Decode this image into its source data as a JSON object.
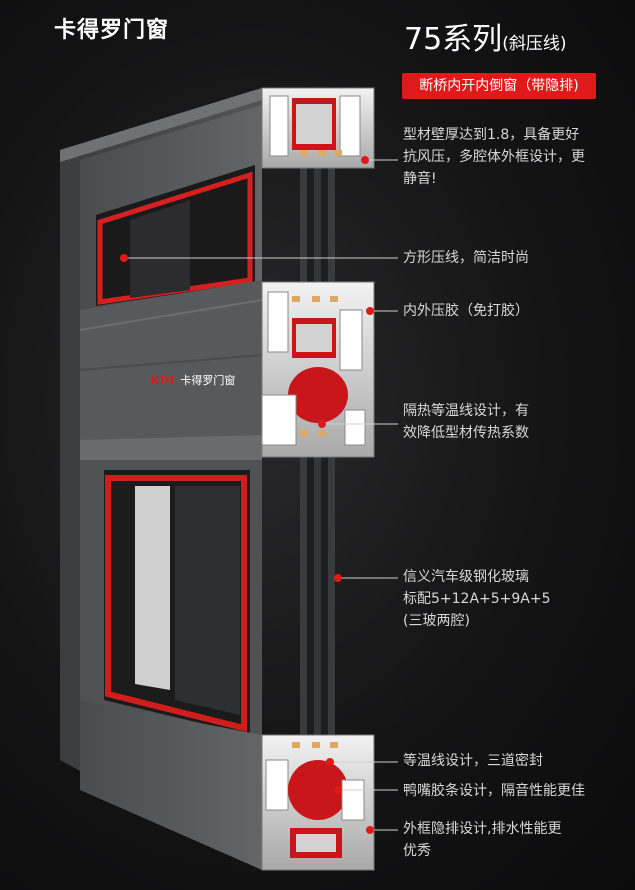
{
  "header": {
    "brand": "卡得罗门窗",
    "series_main": "75系列",
    "series_sub": "(斜压线)",
    "badge": "断桥内开内倒窗（带隐排)"
  },
  "product_logo": {
    "mark": "KDL",
    "text": "卡得罗门窗"
  },
  "callouts": [
    {
      "id": "profile-wall",
      "lines": [
        "型材壁厚达到1.8，具备更好",
        "抗风压，多腔体外框设计，更",
        "静音!"
      ]
    },
    {
      "id": "square-bead",
      "lines": [
        "方形压线，简洁时尚"
      ]
    },
    {
      "id": "inner-outer-gasket",
      "lines": [
        "内外压胶（免打胶）"
      ]
    },
    {
      "id": "thermal-isotherm",
      "lines": [
        "隔热等温线设计，有",
        "效降低型材传热系数"
      ]
    },
    {
      "id": "glass",
      "lines": [
        "信义汽车级钢化玻璃",
        "标配5+12A+5+9A+5",
        "(三玻两腔)"
      ]
    },
    {
      "id": "triple-seal",
      "lines": [
        "等温线设计，三道密封"
      ]
    },
    {
      "id": "duck-gasket",
      "lines": [
        "鸭嘴胶条设计，隔音性能更佳"
      ]
    },
    {
      "id": "hidden-drain",
      "lines": [
        "外框隐排设计,排水性能更",
        "优秀"
      ]
    }
  ],
  "colors": {
    "accent": "#e01a1a",
    "profile": "#58595b",
    "aluminum": "#d9d9d9",
    "text": "#d7d7d7"
  }
}
